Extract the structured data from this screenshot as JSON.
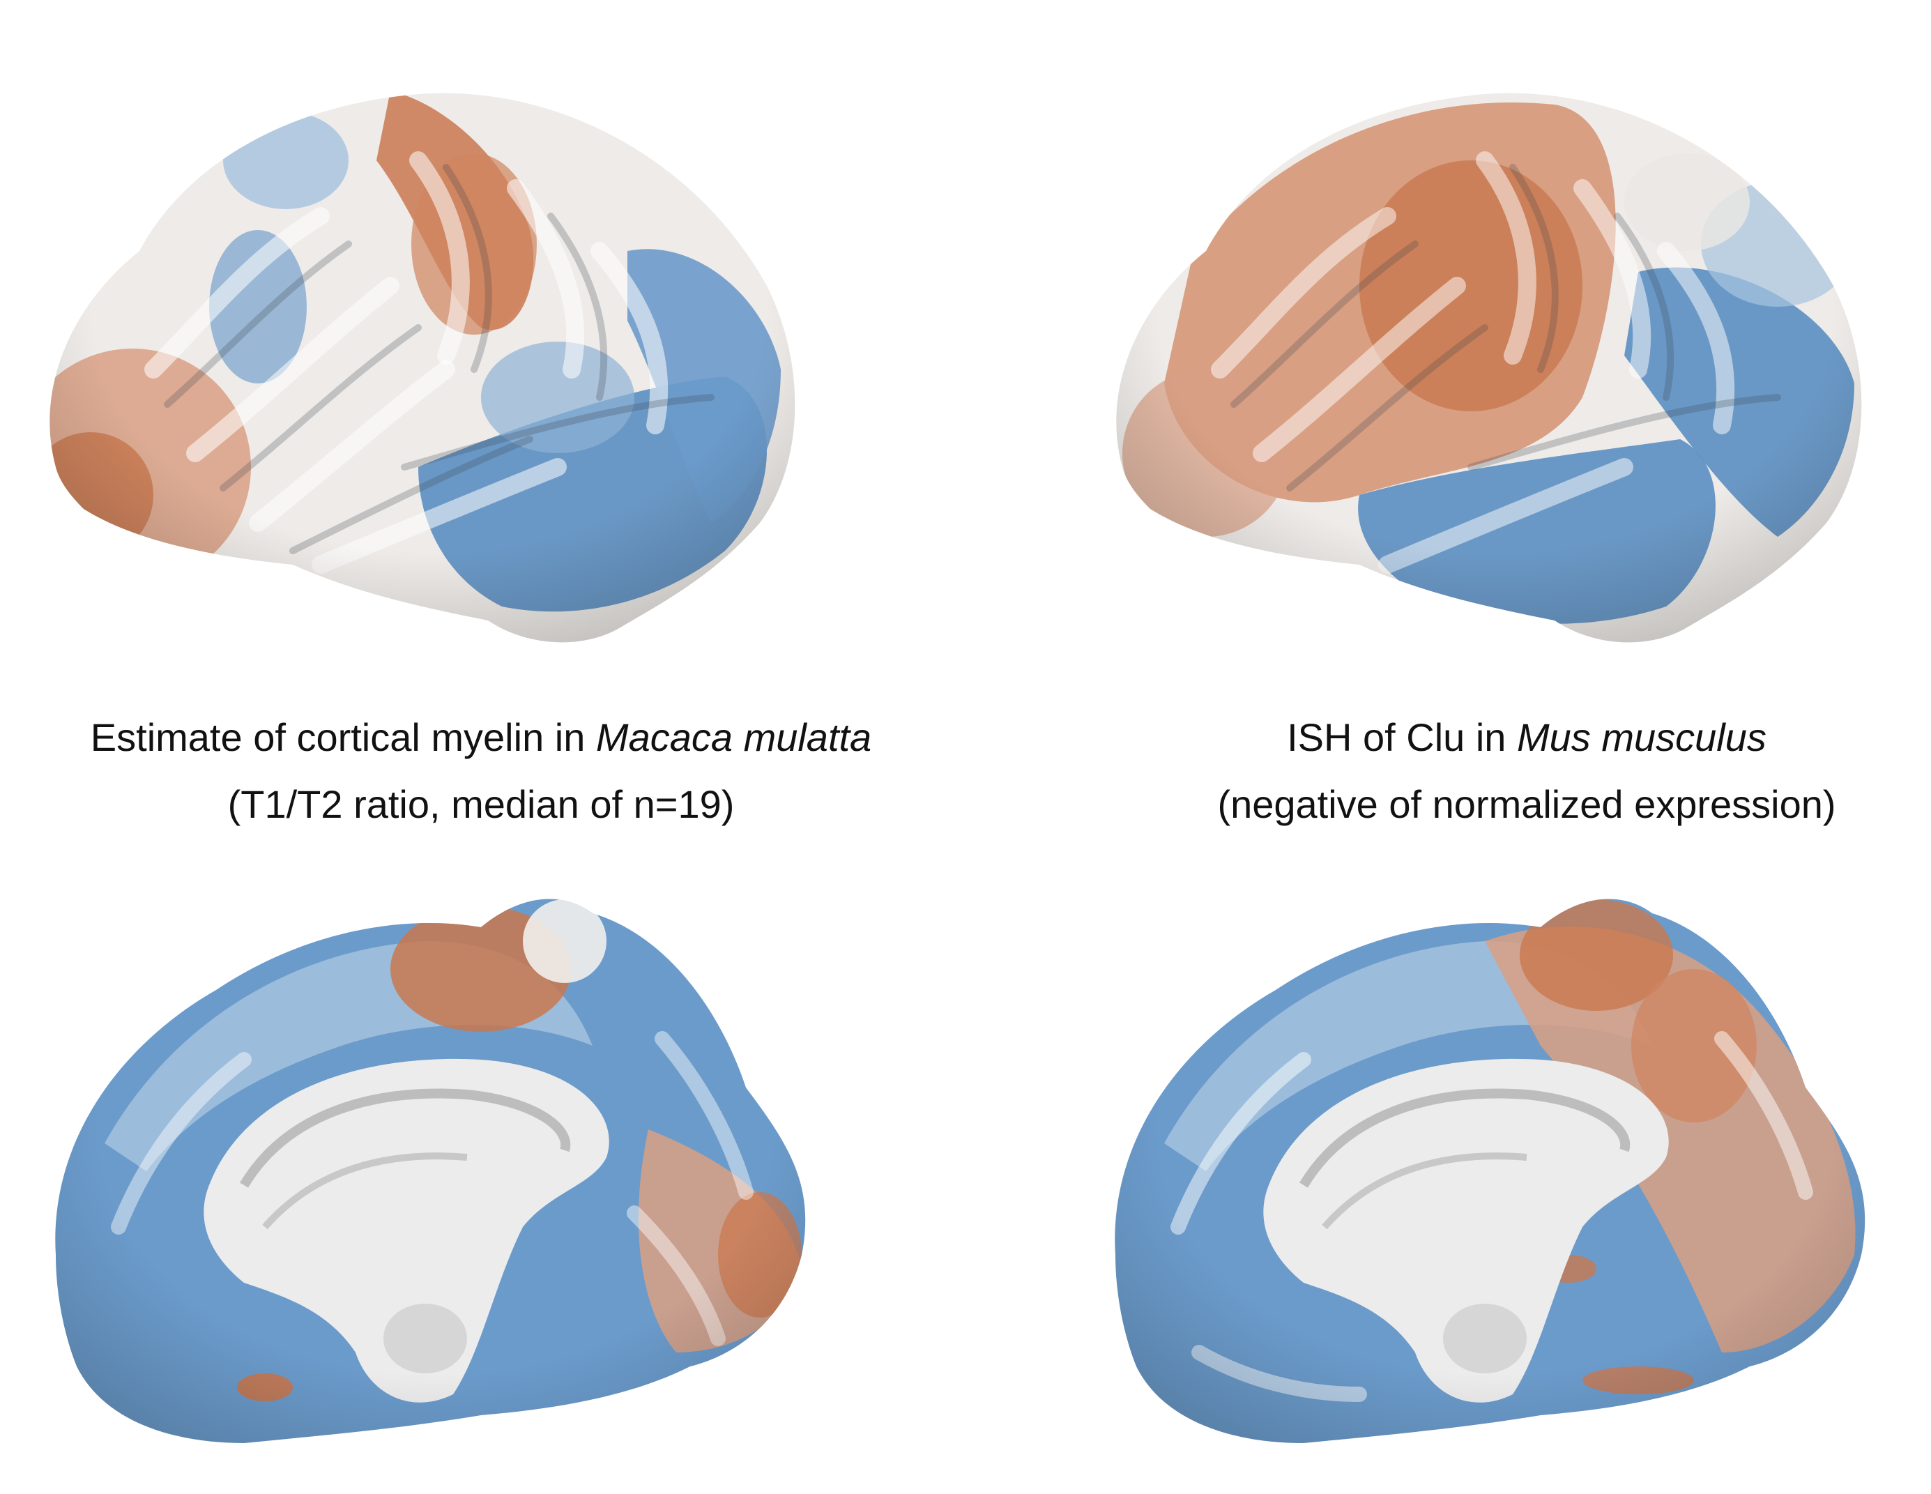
{
  "colors": {
    "high": "#c9784f",
    "mid": "#f2efec",
    "low": "#5b8fc2",
    "background": "#ffffff",
    "text": "#111111"
  },
  "panels": [
    {
      "title_prefix": "Estimate of cortical myelin in ",
      "title_species": "Macaca mulatta",
      "title_suffix": "",
      "subtitle": "(T1/T2 ratio, median of n=19)"
    },
    {
      "title_prefix": "ISH of Clu in ",
      "title_species": "Mus musculus",
      "title_suffix": "",
      "subtitle": "(negative of normalized expression)"
    }
  ]
}
